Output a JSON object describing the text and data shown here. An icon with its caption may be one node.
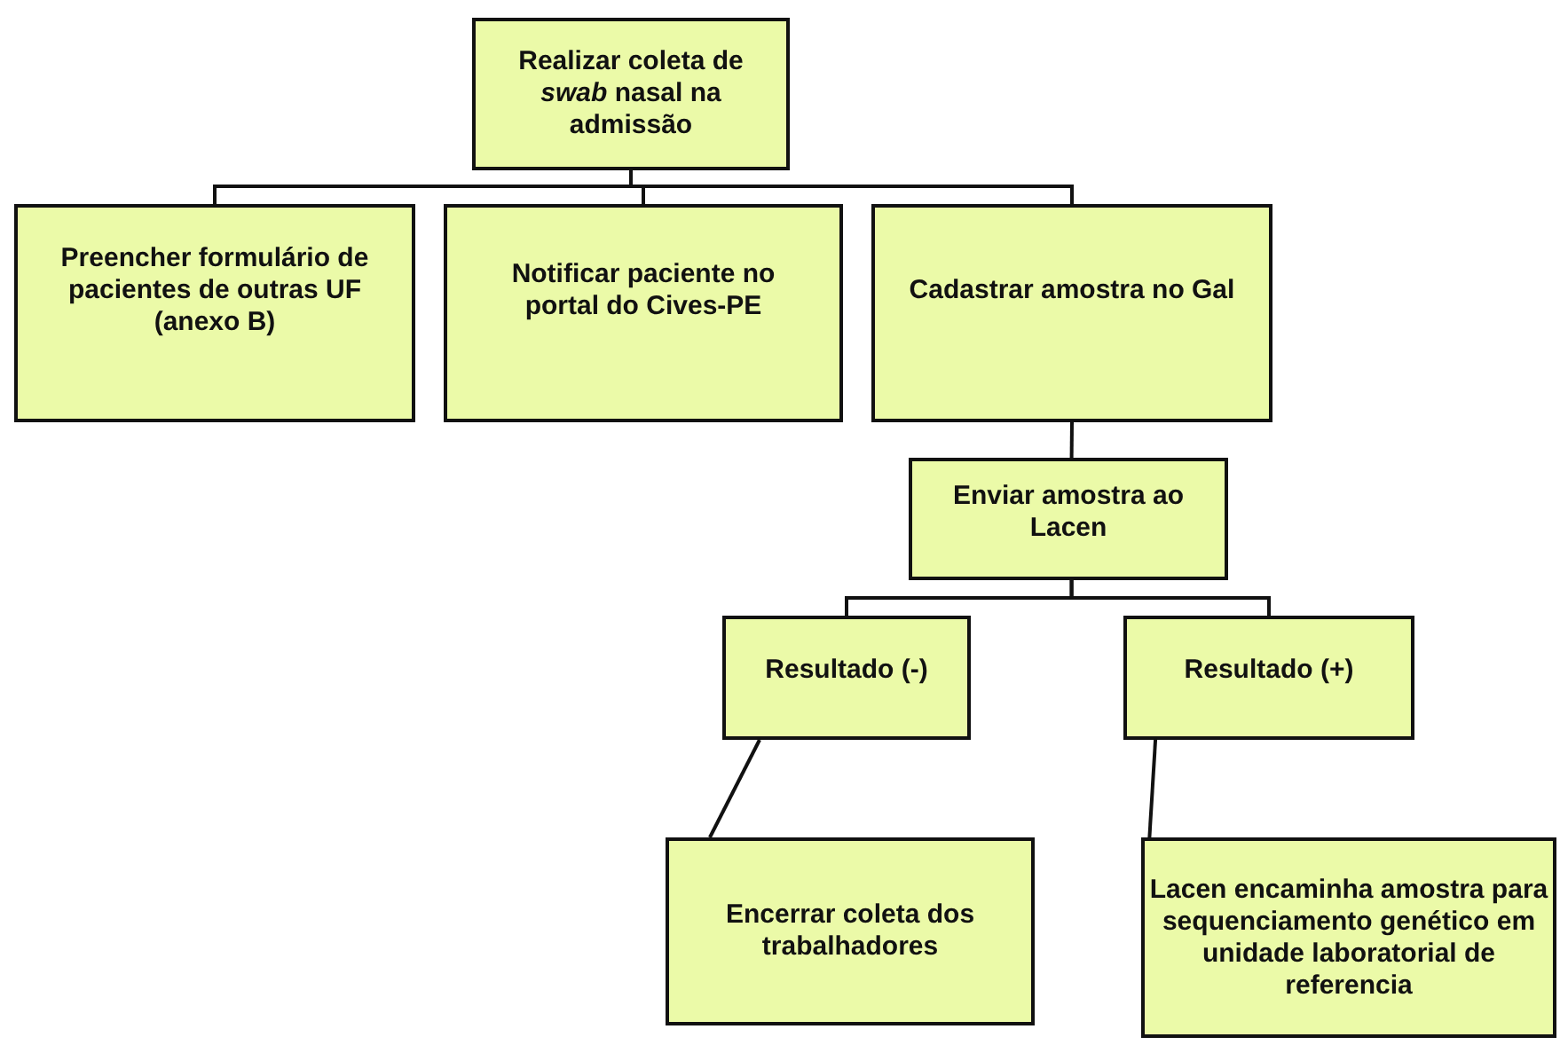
{
  "diagram": {
    "nodes": [
      {
        "text": [
          "Realizar coleta de *swab* nasal na admissão"
        ]
      },
      {
        "text": [
          "Preencher formulário de pacientes de outras UF (anexo B)"
        ]
      },
      {
        "text": [
          "Notificar paciente no portal do Cives-PE"
        ]
      },
      {
        "text": [
          "Cadastrar amostra no Gal"
        ]
      },
      {
        "text": [
          "Enviar amostra ao Lacen"
        ]
      },
      {
        "text": [
          "Resultado (-)"
        ]
      },
      {
        "text": [
          "Resultado (+)"
        ]
      },
      {
        "text": [
          "Encerrar coleta dos trabalhadores"
        ]
      },
      {
        "text": [
          "Lacen encaminha amostra para sequenciamento genético em unidade laboratorial de referencia"
        ]
      }
    ],
    "edges": [
      {
        "from": 0,
        "to": 1,
        "arrow": "none"
      },
      {
        "from": 0,
        "to": 2,
        "arrow": "none"
      },
      {
        "from": 0,
        "to": 3,
        "arrow": "none"
      },
      {
        "from": 3,
        "to": 4,
        "arrow": "none"
      },
      {
        "from": 4,
        "to": 5,
        "arrow": "none"
      },
      {
        "from": 4,
        "to": 6,
        "arrow": "none"
      },
      {
        "from": 5,
        "to": 7,
        "arrow": "none"
      },
      {
        "from": 6,
        "to": 8,
        "arrow": "none"
      }
    ]
  }
}
